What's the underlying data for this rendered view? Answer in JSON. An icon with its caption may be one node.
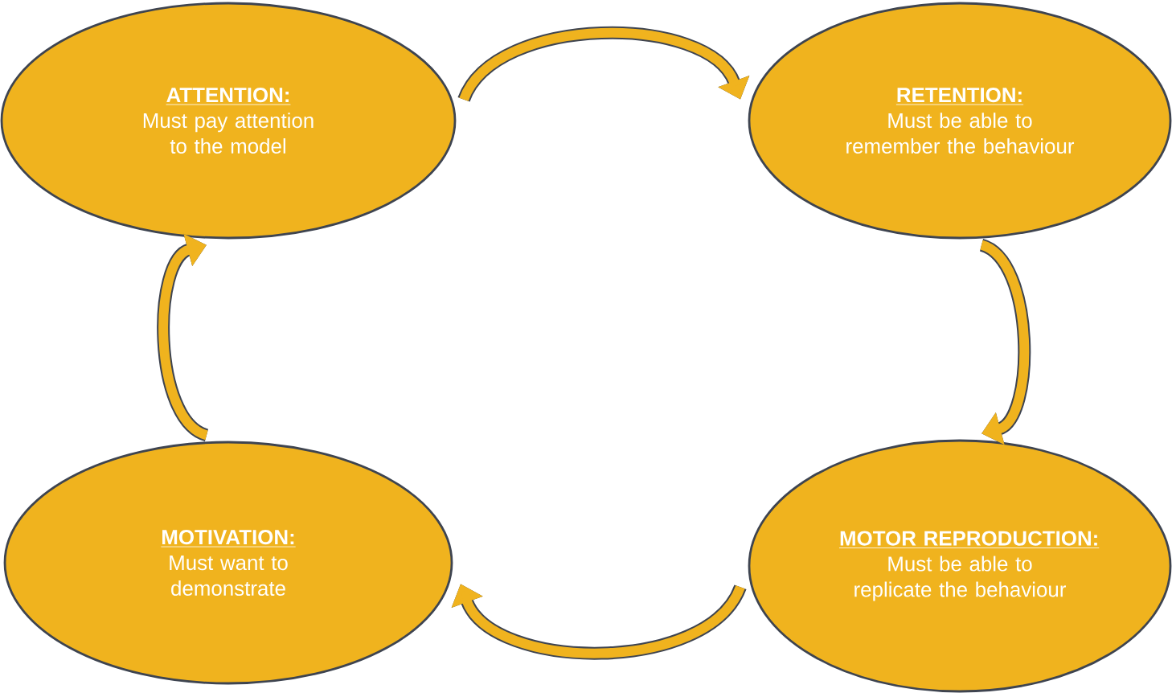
{
  "diagram": {
    "nodes": [
      {
        "text": [
          "ATTENTION:",
          "Must pay attention to the model"
        ]
      },
      {
        "text": [
          "RETENTION:",
          "Must be able to remember the behaviour"
        ]
      },
      {
        "text": [
          "MOTIVATION:",
          "Must want to demonstrate"
        ]
      },
      {
        "text": [
          "MOTOR REPRODUCTION:",
          "Must be able to replicate the behaviour"
        ]
      }
    ],
    "edges": [
      {
        "from": 0,
        "to": 1,
        "arrow": "to"
      },
      {
        "from": 1,
        "to": 3,
        "arrow": "to"
      },
      {
        "from": 3,
        "to": 2,
        "arrow": "to"
      },
      {
        "from": 2,
        "to": 0,
        "arrow": "to"
      }
    ]
  }
}
